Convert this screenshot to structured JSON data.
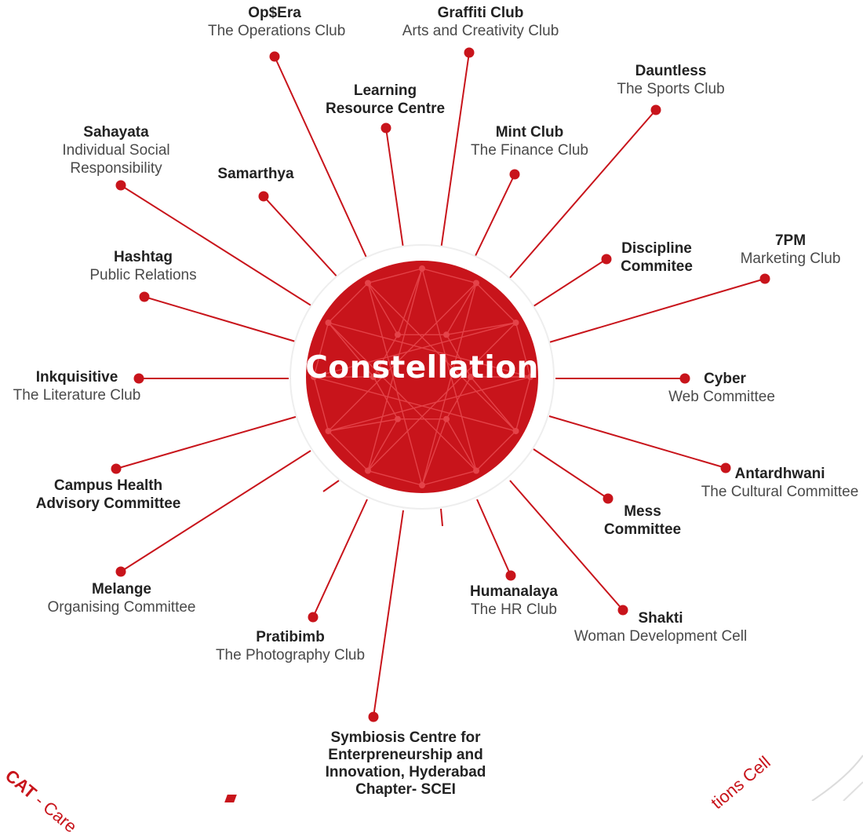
{
  "center": {
    "title": "Constellation"
  },
  "accent_color": "#c8141b",
  "nodes": [
    {
      "id": "opsera",
      "title": "Op$Era",
      "subtitle": "The Operations Club"
    },
    {
      "id": "graffiti",
      "title": "Graffiti Club",
      "subtitle": "Arts and Creativity Club"
    },
    {
      "id": "lrc",
      "title": "Learning Resource Centre",
      "subtitle": ""
    },
    {
      "id": "dauntless",
      "title": "Dauntless",
      "subtitle": "The Sports Club"
    },
    {
      "id": "sahayata",
      "title": "Sahayata",
      "subtitle": "Individual Social Responsibility"
    },
    {
      "id": "mint",
      "title": "Mint Club",
      "subtitle": "The Finance Club"
    },
    {
      "id": "samarthya",
      "title": "Samarthya",
      "subtitle": ""
    },
    {
      "id": "sevenpm",
      "title": "7PM",
      "subtitle": "Marketing Club"
    },
    {
      "id": "discipline",
      "title": "Discipline Commitee",
      "subtitle": ""
    },
    {
      "id": "hashtag",
      "title": "Hashtag",
      "subtitle": "Public Relations"
    },
    {
      "id": "inkquisitive",
      "title": "Inkquisitive",
      "subtitle": "The Literature Club"
    },
    {
      "id": "cyber",
      "title": "Cyber",
      "subtitle": "Web Committee"
    },
    {
      "id": "antardhwani",
      "title": "Antardhwani",
      "subtitle": "The Cultural Committee"
    },
    {
      "id": "chac",
      "title": "Campus Health Advisory Committee",
      "subtitle": ""
    },
    {
      "id": "mess",
      "title": "Mess Committee",
      "subtitle": ""
    },
    {
      "id": "melange",
      "title": "Melange",
      "subtitle": "Organising Committee"
    },
    {
      "id": "humanalaya",
      "title": "Humanalaya",
      "subtitle": "The HR Club"
    },
    {
      "id": "shakti",
      "title": "Shakti",
      "subtitle": "Woman Development Cell"
    },
    {
      "id": "pratibimb",
      "title": "Pratibimb",
      "subtitle": "The Photography Club"
    },
    {
      "id": "scei",
      "title": "Symbiosis Centre for Enterpreneurship and Innovation, Hyderabad Chapter- SCEI",
      "subtitle": ""
    }
  ],
  "bottom": {
    "cat_abbr": "CAT",
    "cat_rest": " - Care",
    "right_fragment": "tions Cell"
  }
}
